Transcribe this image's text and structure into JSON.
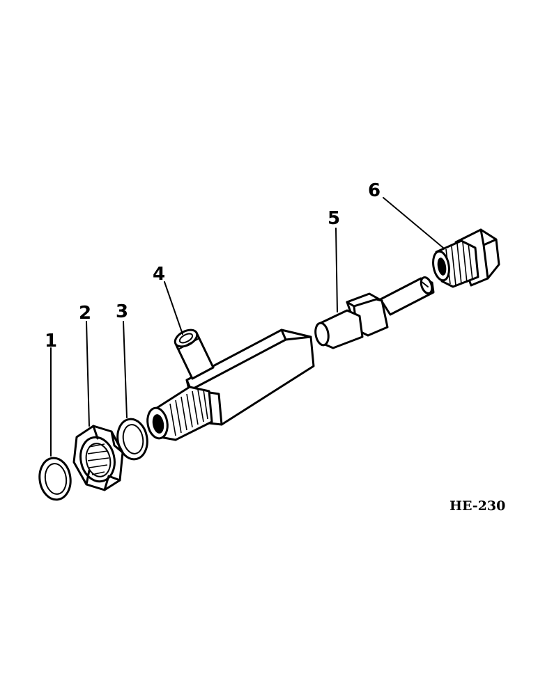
{
  "figure_code": "HE-230",
  "callouts": [
    {
      "label": "1",
      "part": "o-ring-small"
    },
    {
      "label": "2",
      "part": "hex-nut"
    },
    {
      "label": "3",
      "part": "o-ring-large"
    },
    {
      "label": "4",
      "part": "tee-fitting-body"
    },
    {
      "label": "5",
      "part": "valve-plunger"
    },
    {
      "label": "6",
      "part": "plug"
    }
  ]
}
